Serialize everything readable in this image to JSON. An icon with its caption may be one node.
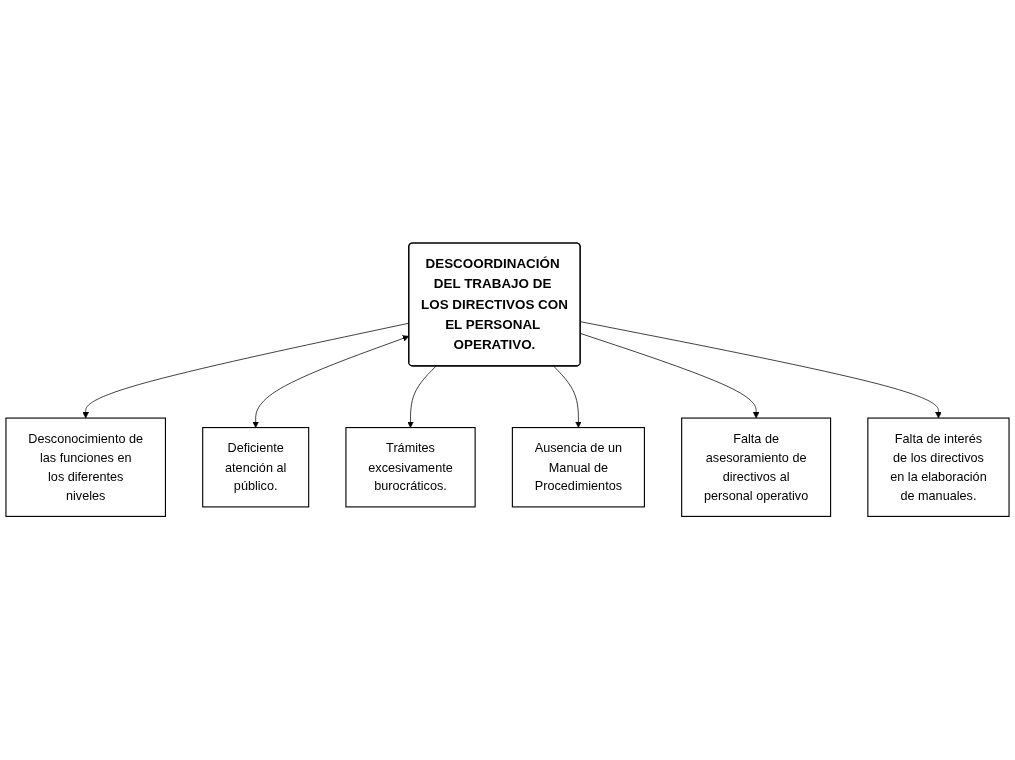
{
  "diagram": {
    "nodes": [
      {
        "text": [
          "Desconocimiento de las funciones en los diferentes niveles"
        ]
      },
      {
        "text": [
          "Deficiente atención al público."
        ]
      },
      {
        "text": [
          "Trámites excesivamente burocráticos."
        ]
      },
      {
        "text": [
          "DESCOORDINACIÓN DEL TRABAJO DE LOS DIRECTIVOS CON EL PERSONAL OPERATIVO."
        ]
      },
      {
        "text": [
          "Ausencia de un Manual de Procedimientos"
        ]
      },
      {
        "text": [
          "Falta de asesoramiento de directivos al personal operativo"
        ]
      },
      {
        "text": [
          "Falta de interés de los directivos en la elaboración de manuales."
        ]
      }
    ],
    "edges": [
      {
        "from": 3,
        "to": 0,
        "arrow": "to"
      },
      {
        "from": 3,
        "to": 1,
        "arrow": "both"
      },
      {
        "from": 3,
        "to": 2,
        "arrow": "to"
      },
      {
        "from": 3,
        "to": 4,
        "arrow": "to"
      },
      {
        "from": 3,
        "to": 5,
        "arrow": "to"
      },
      {
        "from": 3,
        "to": 6,
        "arrow": "to"
      }
    ]
  }
}
